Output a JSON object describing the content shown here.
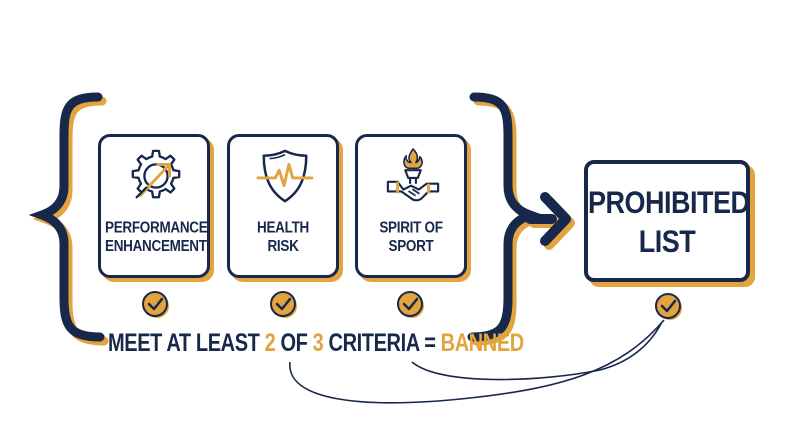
{
  "criteria_cards": [
    {
      "line1": "PERFORMANCE",
      "line2": "ENHANCEMENT",
      "icon": "gear-arrow-icon"
    },
    {
      "line1": "HEALTH",
      "line2": "RISK",
      "icon": "shield-heartbeat-icon"
    },
    {
      "line1": "SPIRIT OF",
      "line2": "SPORT",
      "icon": "torch-handshake-icon"
    }
  ],
  "result_box": {
    "line1": "PROHIBITED",
    "line2": "LIST"
  },
  "rule": {
    "part1": "MEET AT LEAST ",
    "num1": "2",
    "part2": " OF ",
    "num2": "3",
    "part3": " CRITERIA = ",
    "outcome": "BANNED"
  },
  "colors": {
    "navy": "#17284a",
    "gold": "#e3a43f"
  }
}
